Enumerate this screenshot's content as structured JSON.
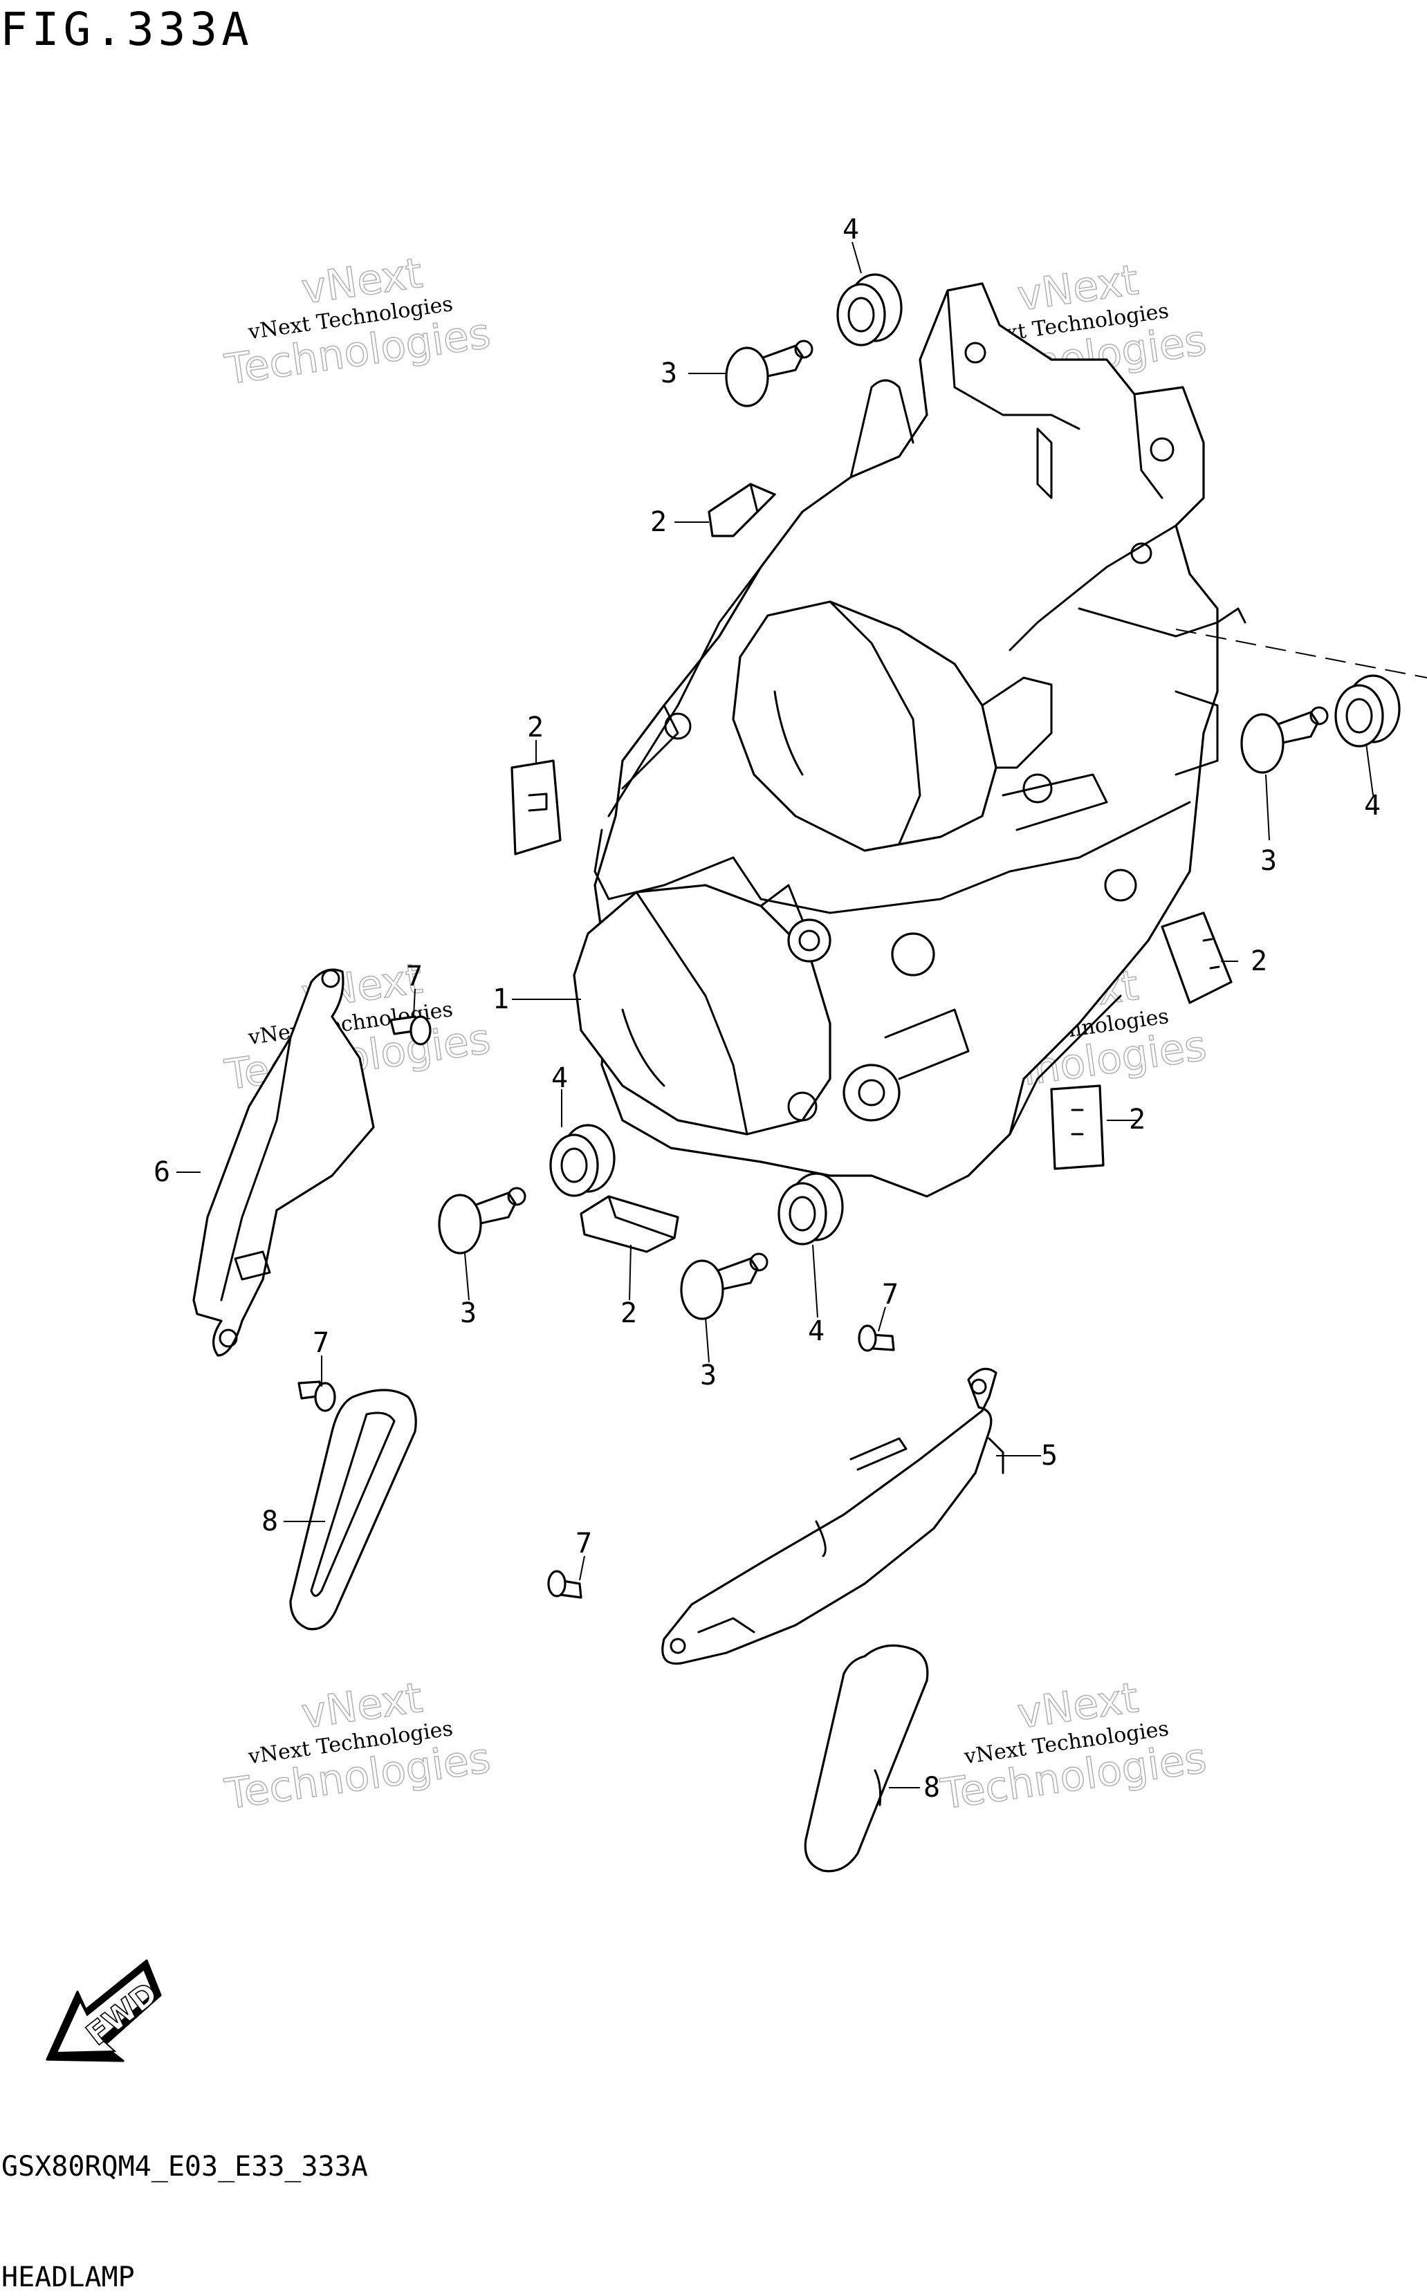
{
  "figure": {
    "title": "FIG.333A"
  },
  "footer": {
    "code": "GSX80RQM4_E03_E33_333A",
    "name": "HEADLAMP"
  },
  "watermark": {
    "line1": "vNext",
    "line2": "vNext Technologies",
    "line3": "Technologies"
  },
  "parts": [
    {
      "number": "1"
    },
    {
      "number": "2"
    },
    {
      "number": "2"
    },
    {
      "number": "2"
    },
    {
      "number": "2"
    },
    {
      "number": "2"
    },
    {
      "number": "3"
    },
    {
      "number": "3"
    },
    {
      "number": "3"
    },
    {
      "number": "3"
    },
    {
      "number": "4"
    },
    {
      "number": "4"
    },
    {
      "number": "4"
    },
    {
      "number": "4"
    },
    {
      "number": "5"
    },
    {
      "number": "6"
    },
    {
      "number": "7"
    },
    {
      "number": "7"
    },
    {
      "number": "7"
    },
    {
      "number": "7"
    },
    {
      "number": "8"
    },
    {
      "number": "8"
    }
  ],
  "fwd_arrow": {
    "label": "FWD"
  }
}
